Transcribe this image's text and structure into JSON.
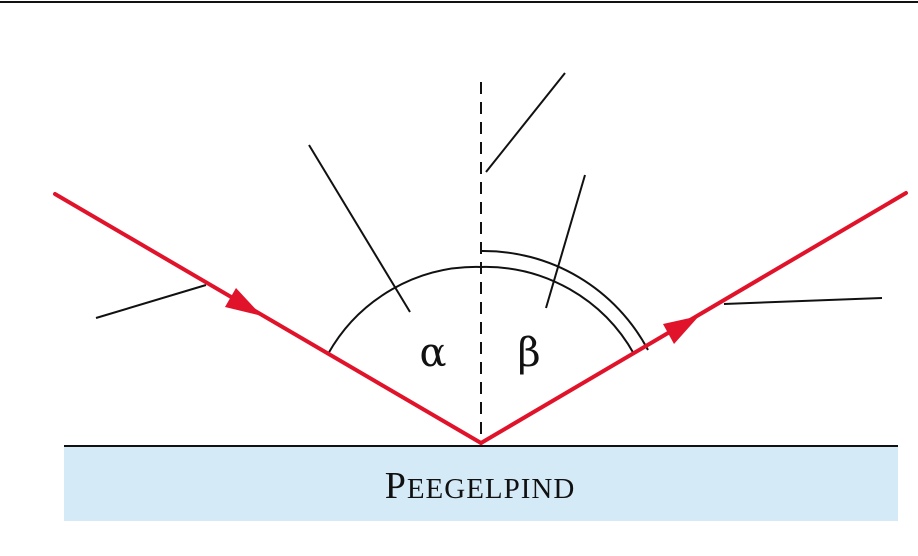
{
  "surface": {
    "label_initial": "P",
    "label_rest": "EEGELPIND",
    "fill_color": "#d5eaf7"
  },
  "angles": {
    "incidence_symbol": "α",
    "reflection_symbol": "β"
  },
  "colors": {
    "ray": "#e0132b",
    "line": "#111111"
  },
  "icons": {
    "incident_arrow": "arrowhead-right-down",
    "reflected_arrow": "arrowhead-right-up"
  }
}
